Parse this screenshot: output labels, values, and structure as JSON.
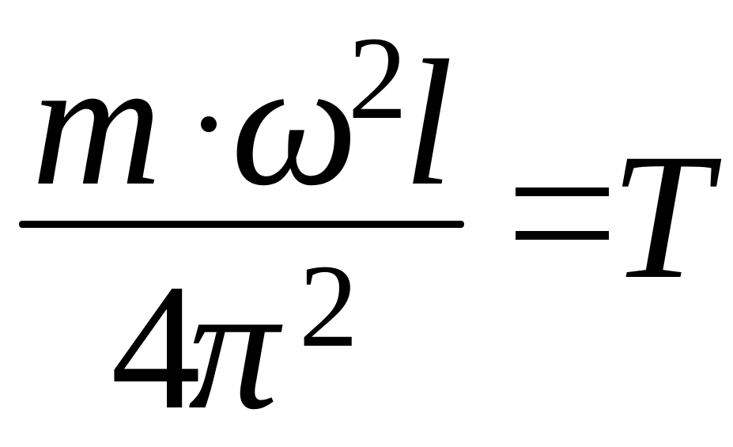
{
  "formula": {
    "numerator": {
      "mass": "m",
      "omega": "ω",
      "omega_exponent": "2",
      "length": "l"
    },
    "denominator": {
      "coefficient": "4",
      "pi": "π",
      "pi_exponent": "2"
    },
    "result": "T"
  }
}
